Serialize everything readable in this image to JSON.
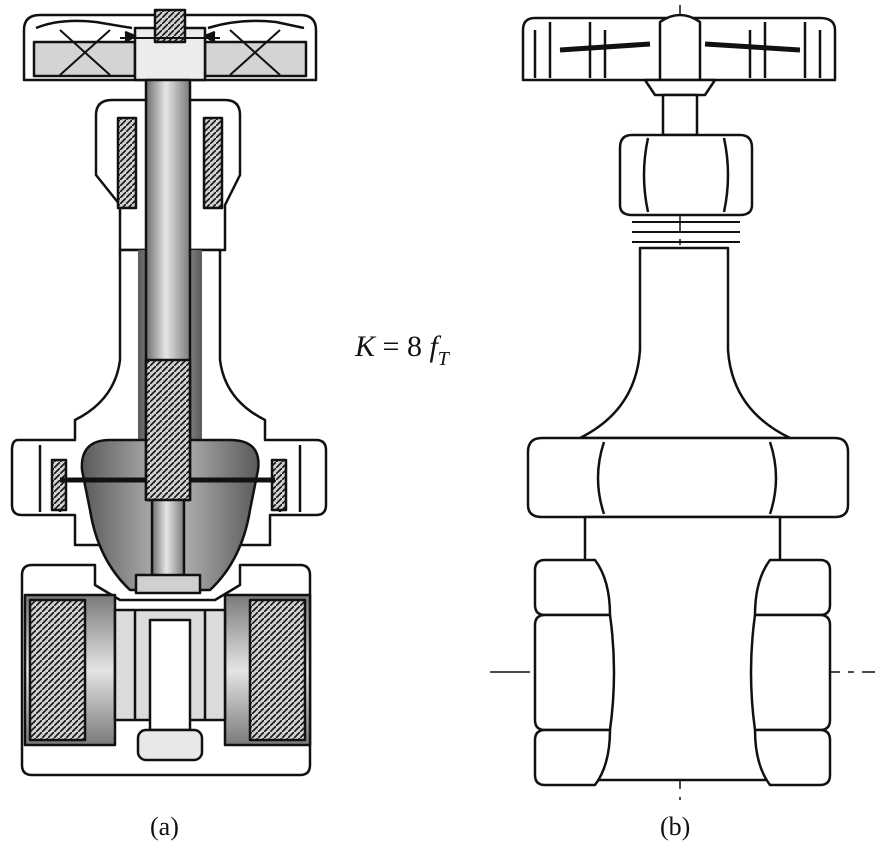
{
  "formula": {
    "lhs": "K",
    "equals": "=",
    "coefficient": "8",
    "symbol": "f",
    "subscript": "T"
  },
  "captions": {
    "a": "(a)",
    "b": "(b)"
  },
  "colors": {
    "ink": "#111111",
    "shade_light": "#d9d9d9",
    "shade_mid": "#a8a8a8",
    "shade_dark": "#6e6e6e",
    "background": "#ffffff"
  }
}
